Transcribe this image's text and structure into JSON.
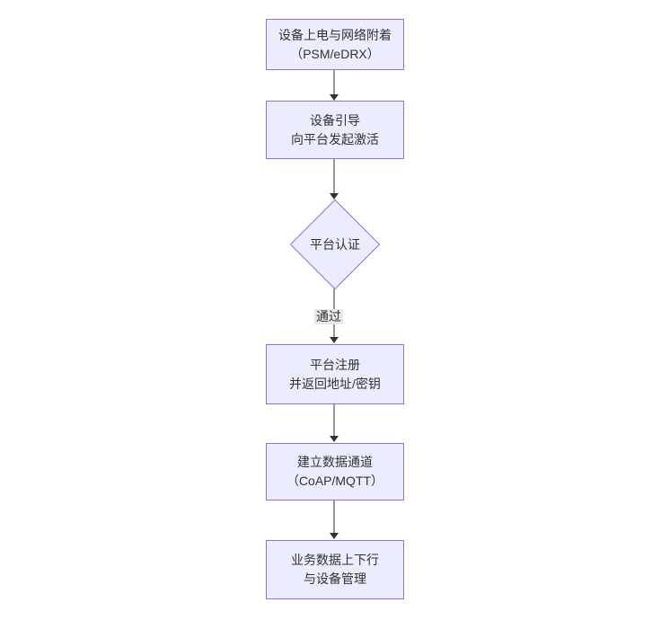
{
  "diagram": {
    "type": "flowchart-top-down",
    "colors": {
      "background": "#ffffff",
      "node_fill": "#ECECFF",
      "node_border": "#9370DB",
      "line_color": "#333333",
      "text_color": "#333333",
      "edge_label_bg": "#e8e8e8"
    },
    "nodes": [
      {
        "id": "power-attach",
        "shape": "rect",
        "lines": [
          "设备上电与网络附着",
          "（PSM/eDRX）"
        ]
      },
      {
        "id": "bootstrap",
        "shape": "rect",
        "lines": [
          "设备引导",
          "向平台发起激活"
        ]
      },
      {
        "id": "platform-auth",
        "shape": "diamond",
        "lines": [
          "平台认证"
        ]
      },
      {
        "id": "platform-register",
        "shape": "rect",
        "lines": [
          "平台注册",
          "并返回地址/密钥"
        ]
      },
      {
        "id": "data-channel",
        "shape": "rect",
        "lines": [
          "建立数据通道",
          "（CoAP/MQTT）"
        ]
      },
      {
        "id": "business-data",
        "shape": "rect",
        "lines": [
          "业务数据上下行",
          "与设备管理"
        ]
      }
    ],
    "edges": [
      {
        "from": "power-attach",
        "to": "bootstrap",
        "label": ""
      },
      {
        "from": "bootstrap",
        "to": "platform-auth",
        "label": ""
      },
      {
        "from": "platform-auth",
        "to": "platform-register",
        "label": "通过"
      },
      {
        "from": "platform-register",
        "to": "data-channel",
        "label": ""
      },
      {
        "from": "data-channel",
        "to": "business-data",
        "label": ""
      }
    ]
  }
}
